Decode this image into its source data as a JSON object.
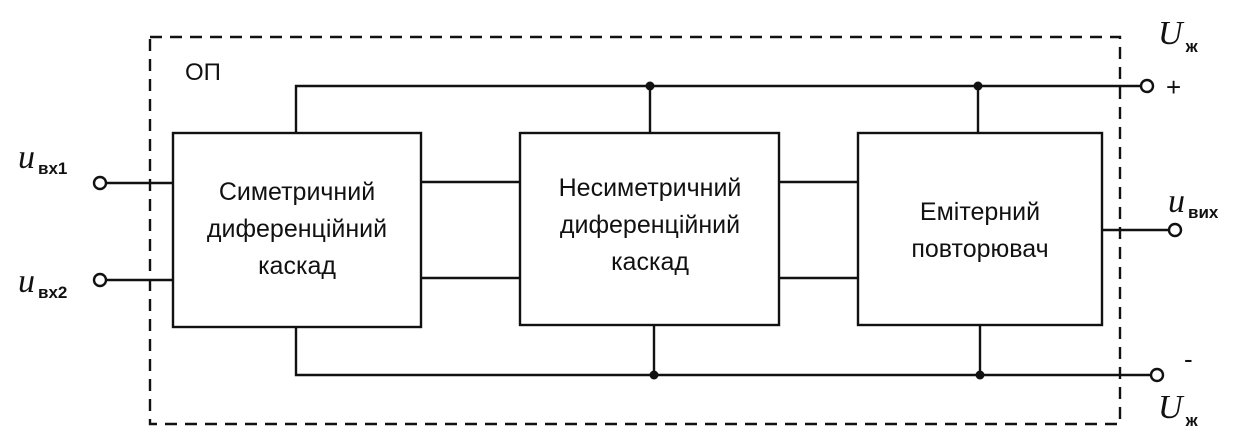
{
  "op_label": "ОП",
  "blocks": [
    {
      "id": "sym",
      "lines": [
        "Симетричний",
        "диференційний",
        "каскад"
      ]
    },
    {
      "id": "asym",
      "lines": [
        "Несиметричний",
        "диференційний",
        "каскад"
      ]
    },
    {
      "id": "emit",
      "lines": [
        "Емітерний",
        "повторювач"
      ]
    }
  ],
  "inputs": [
    {
      "main": "u",
      "sub": "вх1"
    },
    {
      "main": "u",
      "sub": "вх2"
    }
  ],
  "output": {
    "main": "u",
    "sub": "вих"
  },
  "supply_pos": {
    "main": "U",
    "sub": "ж",
    "sign": "+"
  },
  "supply_neg": {
    "main": "U",
    "sub": "ж",
    "sign": "-"
  }
}
